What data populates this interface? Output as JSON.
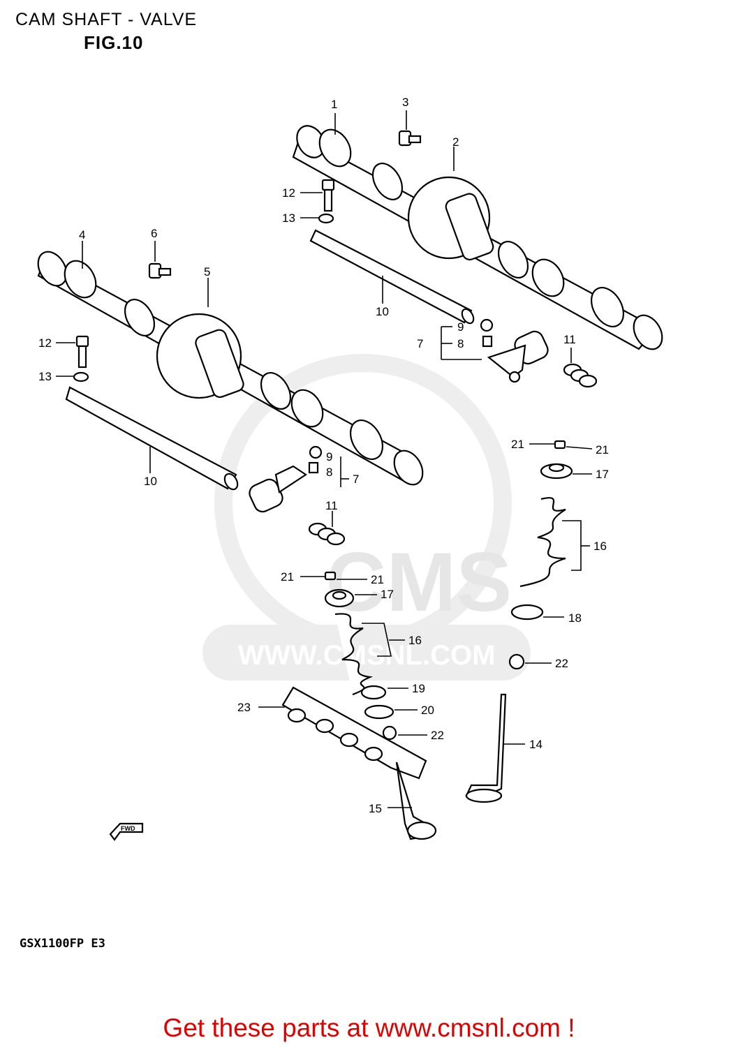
{
  "header": {
    "title": "CAM SHAFT - VALVE",
    "figure": "FIG.10"
  },
  "footer": {
    "model": "GSX1100FP  E3",
    "promo": "Get these parts at www.cmsnl.com !"
  },
  "watermark": {
    "brand": "CMS",
    "url": "WWW.CMSNL.COM"
  },
  "fwd_label": "FWD",
  "callouts": [
    "1",
    "2",
    "3",
    "4",
    "5",
    "6",
    "12",
    "13",
    "12",
    "13",
    "10",
    "10",
    "9",
    "8",
    "7",
    "9",
    "8",
    "7",
    "11",
    "11",
    "21",
    "21",
    "17",
    "16",
    "18",
    "22",
    "21",
    "21",
    "17",
    "16",
    "19",
    "20",
    "22",
    "23",
    "14",
    "15"
  ]
}
